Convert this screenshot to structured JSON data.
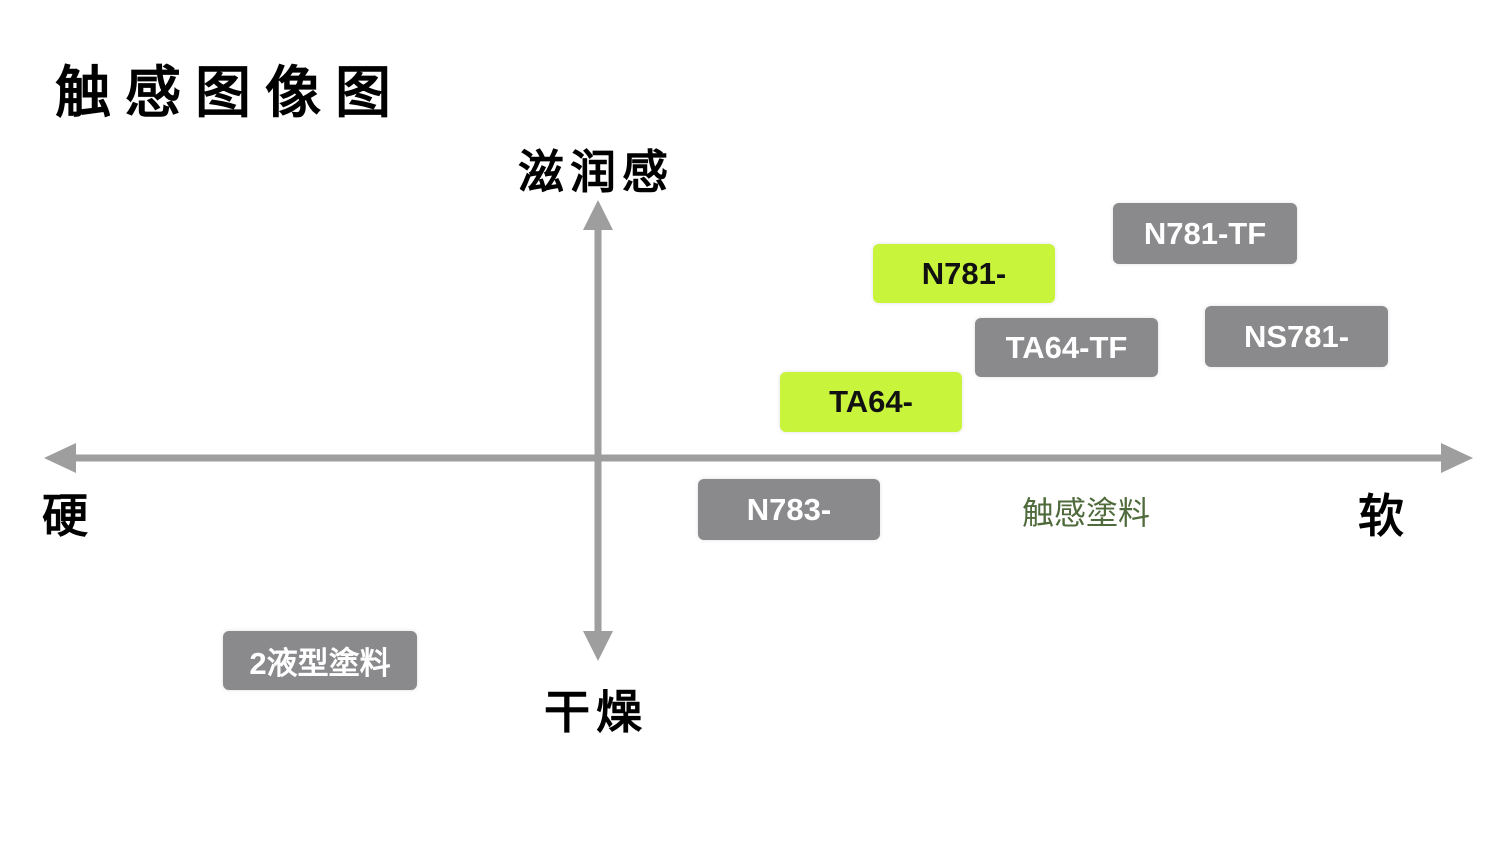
{
  "title": "触感图像图",
  "axes": {
    "top": "滋润感",
    "bottom": "干燥",
    "left": "硬",
    "right": "软"
  },
  "products": [
    {
      "label": "N781-TF",
      "style": "gray"
    },
    {
      "label": "N781-",
      "style": "green"
    },
    {
      "label": "TA64-TF",
      "style": "gray"
    },
    {
      "label": "NS781-",
      "style": "gray"
    },
    {
      "label": "TA64-",
      "style": "green"
    },
    {
      "label": "N783-",
      "style": "gray"
    },
    {
      "label": "2液型塗料",
      "style": "gray"
    }
  ],
  "annotation": "触感塗料",
  "colors": {
    "axis": "#9e9e9e",
    "gray_box": "#8a8a8c",
    "green_box": "#c8f53c",
    "annotation": "#4f6b3c"
  }
}
